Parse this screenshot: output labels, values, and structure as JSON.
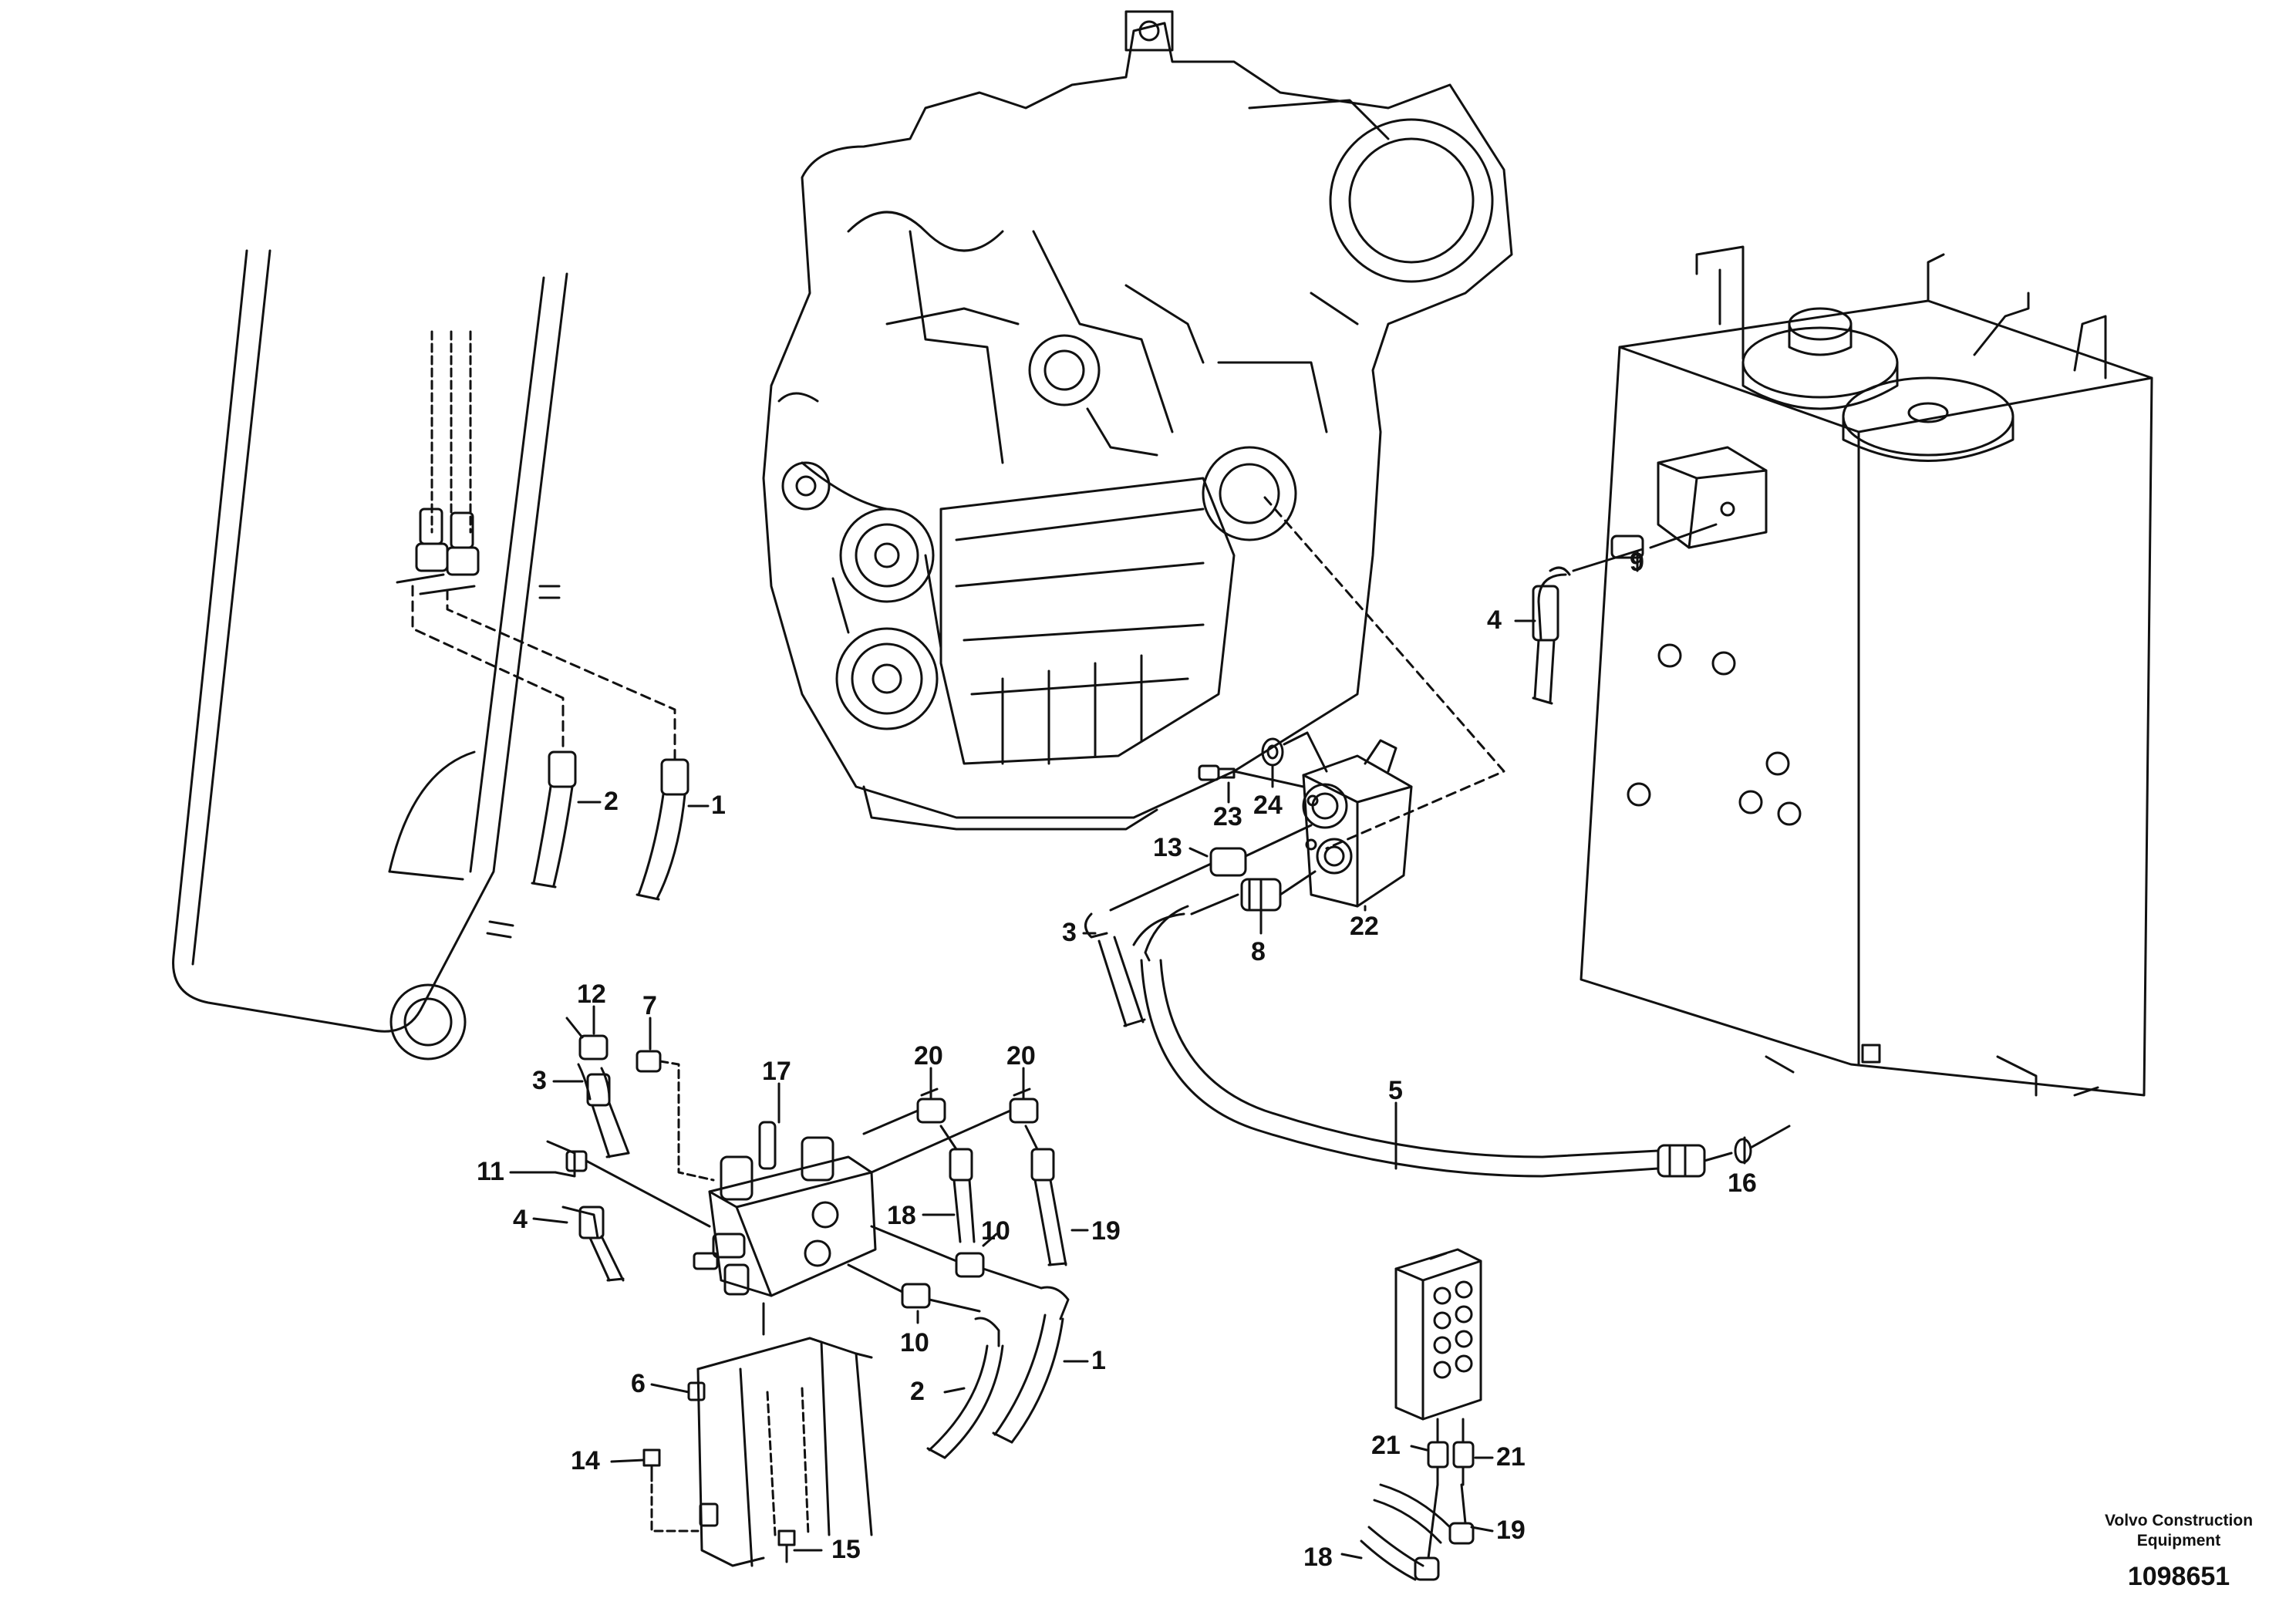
{
  "callouts": {
    "c1a": "1",
    "c1b": "1",
    "c2a": "2",
    "c2b": "2",
    "c3a": "3",
    "c3b": "3",
    "c4a": "4",
    "c4b": "4",
    "c5": "5",
    "c6": "6",
    "c7": "7",
    "c8": "8",
    "c9": "9",
    "c10a": "10",
    "c10b": "10",
    "c11": "11",
    "c12": "12",
    "c13": "13",
    "c14": "14",
    "c15": "15",
    "c16": "16",
    "c17": "17",
    "c18a": "18",
    "c18b": "18",
    "c19a": "19",
    "c19b": "19",
    "c20a": "20",
    "c20b": "20",
    "c21a": "21",
    "c21b": "21",
    "c22": "22",
    "c23": "23",
    "c24": "24"
  },
  "footer": {
    "company_line1": "Volvo Construction",
    "company_line2": "Equipment",
    "document_number": "1098651"
  }
}
